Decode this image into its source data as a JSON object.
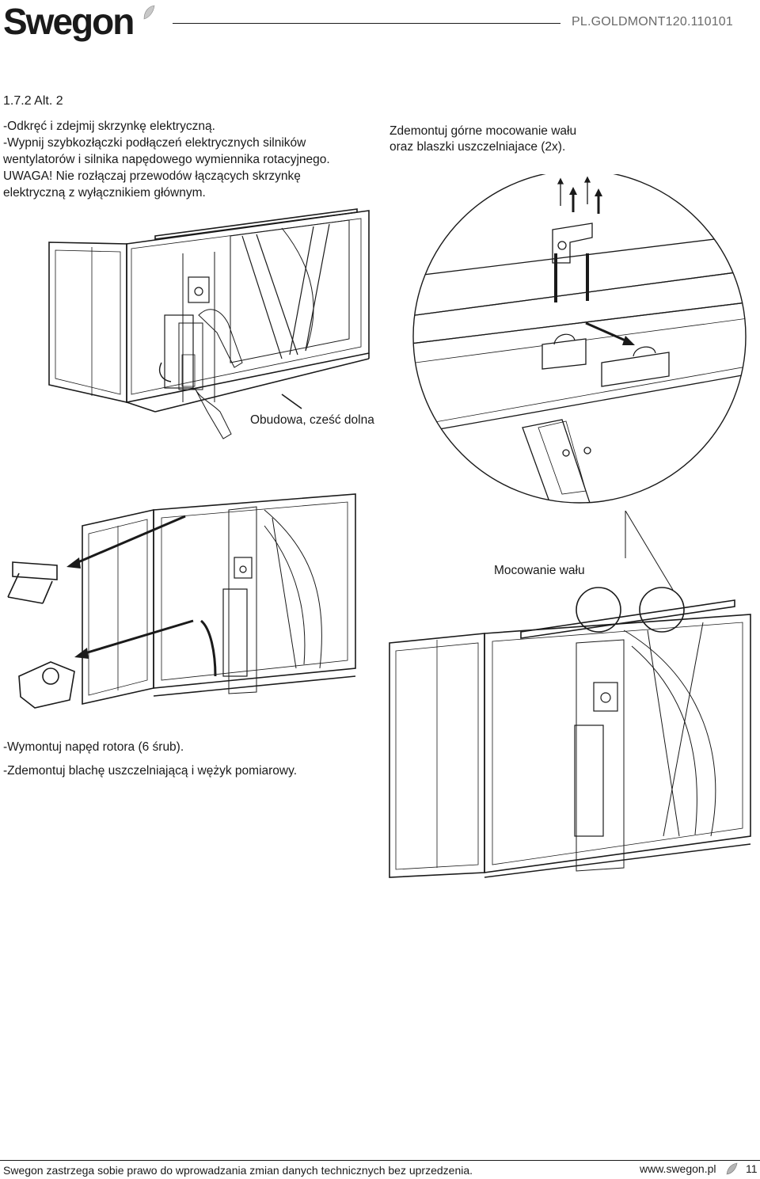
{
  "header": {
    "logo_text": "Swegon",
    "doc_code": "PL.GOLDMONT120.110101"
  },
  "section": {
    "number_title": "1.7.2 Alt. 2"
  },
  "instructions_top": [
    "-Odkręć i zdejmij skrzynkę elektryczną.",
    "-Wypnij szybkozłączki  podłączeń elektrycznych silników",
    "wentylatorów i silnika napędowego wymiennika rotacyjnego.",
    "UWAGA! Nie rozłączaj przewodów łączących skrzynkę",
    "elektryczną z wyłącznikiem głównym."
  ],
  "instructions_right": [
    "Zdemontuj górne mocowanie wału",
    "oraz blaszki uszczelniajace (2x)."
  ],
  "labels": {
    "housing_lower": "Obudowa, cześć dolna",
    "shaft_mount": "Mocowanie wału"
  },
  "instructions_bottom": [
    "-Wymontuj napęd rotora (6 śrub).",
    "-Zdemontuj blachę uszczelniającą i wężyk pomiarowy."
  ],
  "footer": {
    "disclaimer": "Swegon zastrzega sobie prawo do wprowadzania zmian danych technicznych bez uprzedzenia.",
    "url": "www.swegon.pl",
    "page_number": "11"
  }
}
